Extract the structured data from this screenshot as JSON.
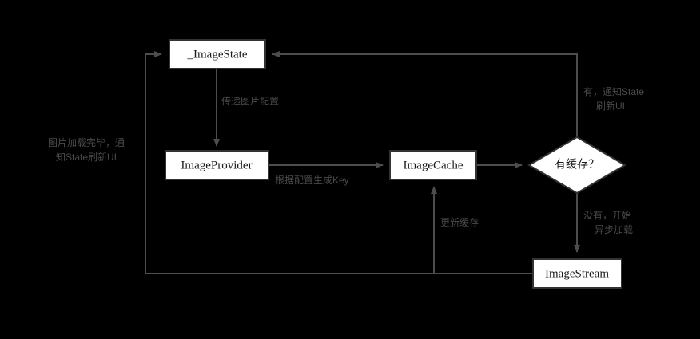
{
  "diagram": {
    "type": "flowchart",
    "background_color": "#000000",
    "node_fill": "#ffffff",
    "node_border": "#333333",
    "edge_color": "#4d4d4d",
    "edge_label_color": "#4a4a4a",
    "nodes": [
      {
        "id": "image_state",
        "label": "_ImageState",
        "shape": "rect"
      },
      {
        "id": "image_provider",
        "label": "ImageProvider",
        "shape": "rect"
      },
      {
        "id": "image_cache",
        "label": "ImageCache",
        "shape": "rect"
      },
      {
        "id": "has_cache",
        "label": "有缓存？",
        "shape": "diamond"
      },
      {
        "id": "image_stream",
        "label": "ImageStream",
        "shape": "rect"
      }
    ],
    "edges": [
      {
        "id": "state-to-provider",
        "from": "image_state",
        "to": "image_provider",
        "label_lines": [
          "传递图片配置"
        ]
      },
      {
        "id": "provider-to-cache",
        "from": "image_provider",
        "to": "image_cache",
        "label_lines": [
          "根据配置生成Key"
        ]
      },
      {
        "id": "cache-to-hascache",
        "from": "image_cache",
        "to": "has_cache",
        "label_lines": []
      },
      {
        "id": "hascache-to-state",
        "from": "has_cache",
        "to": "image_state",
        "label_lines": [
          "有，通知State",
          "刷新UI"
        ]
      },
      {
        "id": "hascache-to-stream",
        "from": "has_cache",
        "to": "image_stream",
        "label_lines": [
          "没有，开始",
          "异步加载"
        ]
      },
      {
        "id": "stream-to-cache",
        "from": "image_stream",
        "to": "image_cache",
        "label_lines": [
          "更新缓存"
        ]
      },
      {
        "id": "stream-to-state",
        "from": "image_stream",
        "to": "image_state",
        "label_lines": [
          "图片加载完毕，通",
          "知State刷新UI"
        ]
      }
    ]
  }
}
